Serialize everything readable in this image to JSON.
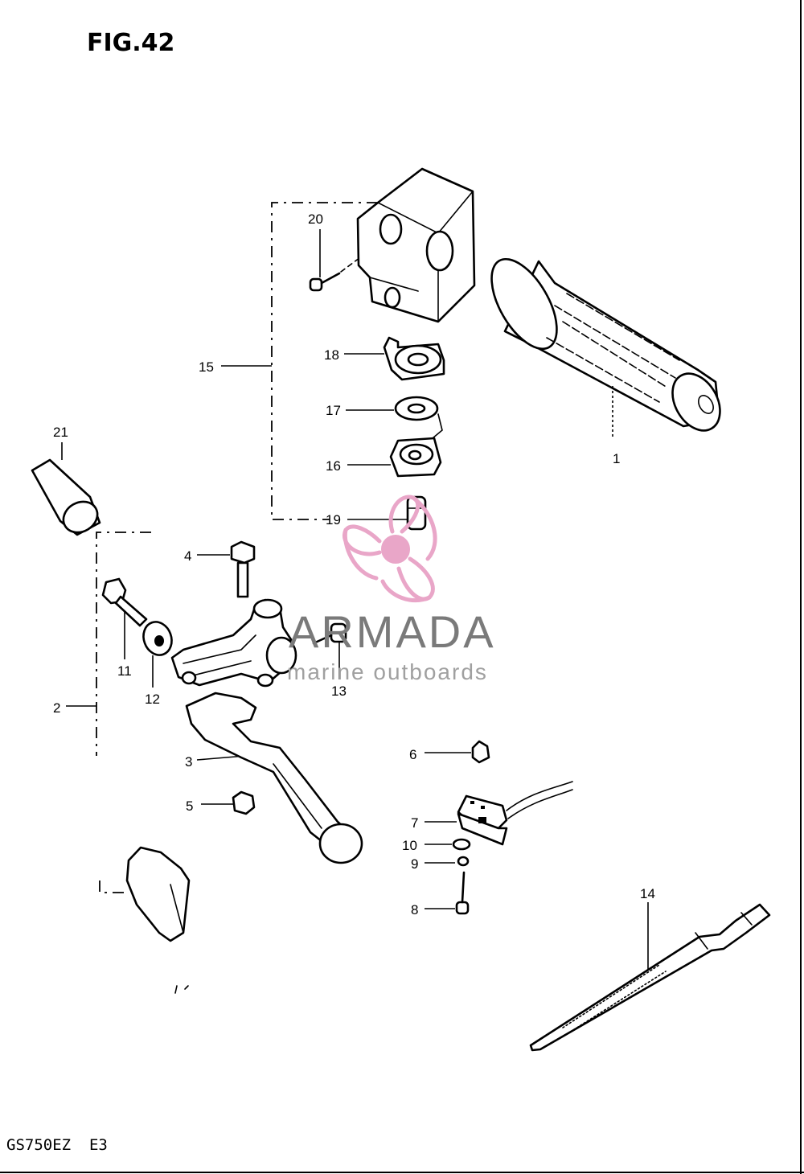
{
  "figure": {
    "title": "FIG.42",
    "model_code": "GS750EZ  E3"
  },
  "callouts": [
    {
      "id": "c1",
      "text": "1"
    },
    {
      "id": "c2",
      "text": "2"
    },
    {
      "id": "c3",
      "text": "3"
    },
    {
      "id": "c4",
      "text": "4"
    },
    {
      "id": "c5",
      "text": "5"
    },
    {
      "id": "c6",
      "text": "6"
    },
    {
      "id": "c7",
      "text": "7"
    },
    {
      "id": "c8",
      "text": "8"
    },
    {
      "id": "c9",
      "text": "9"
    },
    {
      "id": "c10",
      "text": "10"
    },
    {
      "id": "c11",
      "text": "11"
    },
    {
      "id": "c12",
      "text": "12"
    },
    {
      "id": "c13",
      "text": "13"
    },
    {
      "id": "c14",
      "text": "14"
    },
    {
      "id": "c15",
      "text": "15"
    },
    {
      "id": "c16",
      "text": "16"
    },
    {
      "id": "c17",
      "text": "17"
    },
    {
      "id": "c18",
      "text": "18"
    },
    {
      "id": "c19",
      "text": "19"
    },
    {
      "id": "c20",
      "text": "20"
    },
    {
      "id": "c21",
      "text": "21"
    }
  ],
  "watermark": {
    "brand": "ARMADA",
    "tagline": "marine outboards",
    "logo_icon": "propeller-icon",
    "colors": {
      "logo": "#e9a6c8",
      "brand_text": "#7a7a7a",
      "tagline_text": "#a0a0a0"
    }
  }
}
